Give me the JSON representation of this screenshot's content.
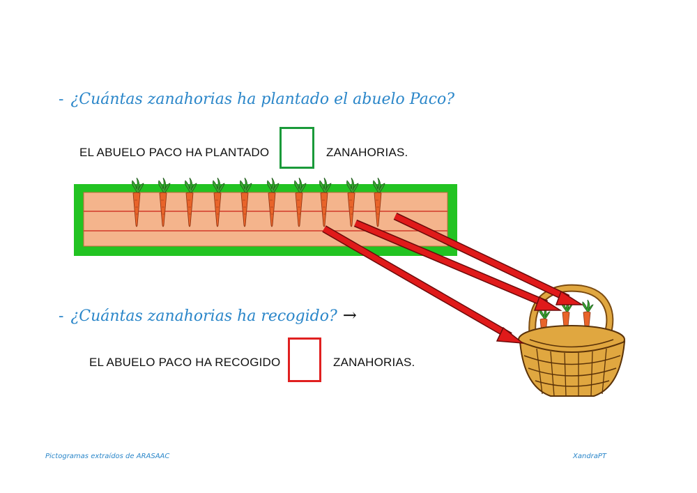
{
  "question1": {
    "dash": "-",
    "text": "¿Cuántas zanahorias ha plantado el abuelo Paco?"
  },
  "sentence1": {
    "before": "EL ABUELO PACO HA PLANTADO",
    "after": "ZANAHORIAS.",
    "box_color": "#1a9a3a"
  },
  "question2": {
    "dash": "-",
    "text": "¿Cuántas zanahorias ha recogido?",
    "arrow": "→"
  },
  "sentence2": {
    "before": "EL ABUELO PACO HA RECOGIDO",
    "after": "ZANAHORIAS.",
    "box_color": "#e02020"
  },
  "garden": {
    "planted_carrots": 10,
    "border_color": "#22c322",
    "soil_color": "#f4b48c",
    "row_color": "#d23a2a"
  },
  "basket": {
    "carrots": 3,
    "color": "#e0a740"
  },
  "arrows": {
    "count": 3,
    "color": "#e01a1a"
  },
  "footer": {
    "left": "Pictogramas extraídos de ARASAAC",
    "right": "XandraPT"
  }
}
